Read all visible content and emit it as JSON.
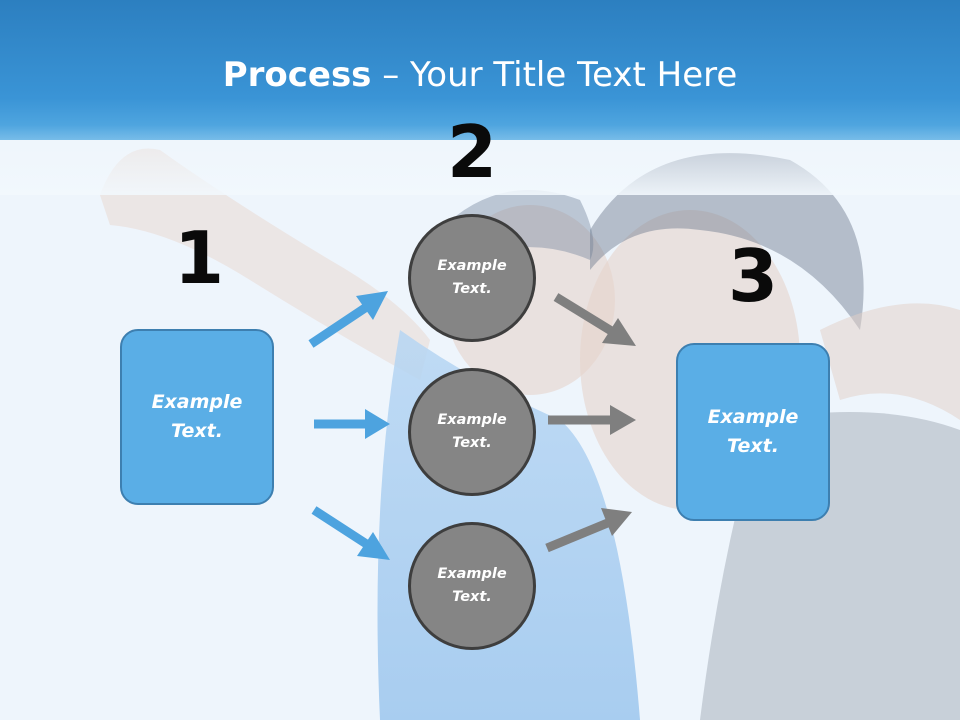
{
  "title": {
    "strong": "Process",
    "rest": " – Your Title Text Here"
  },
  "steps": [
    {
      "number": "1",
      "text": "Example Text."
    },
    {
      "number": "2",
      "items": [
        {
          "text": "Example Text."
        },
        {
          "text": "Example Text."
        },
        {
          "text": "Example Text."
        }
      ]
    },
    {
      "number": "3",
      "text": "Example Text."
    }
  ],
  "colors": {
    "accent": "#5aaee6",
    "header": "#2c7fc0",
    "circle": "#858585",
    "arrow_blue": "#4da3df",
    "arrow_gray": "#7f7f7f"
  }
}
